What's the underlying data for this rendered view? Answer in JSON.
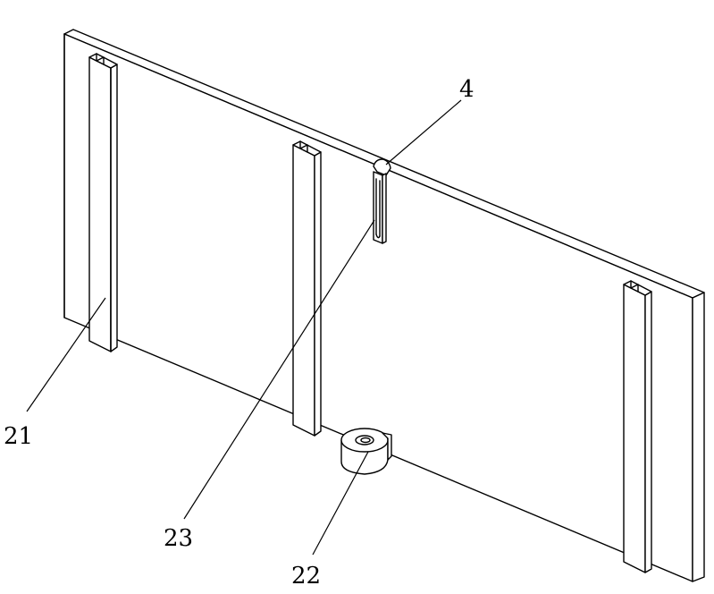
{
  "figure": {
    "callouts": [
      {
        "id": "callout-4",
        "label": "4"
      },
      {
        "id": "callout-21",
        "label": "21"
      },
      {
        "id": "callout-23",
        "label": "23"
      },
      {
        "id": "callout-22",
        "label": "22"
      }
    ],
    "colors": {
      "line": "#000000",
      "background": "#ffffff"
    }
  }
}
